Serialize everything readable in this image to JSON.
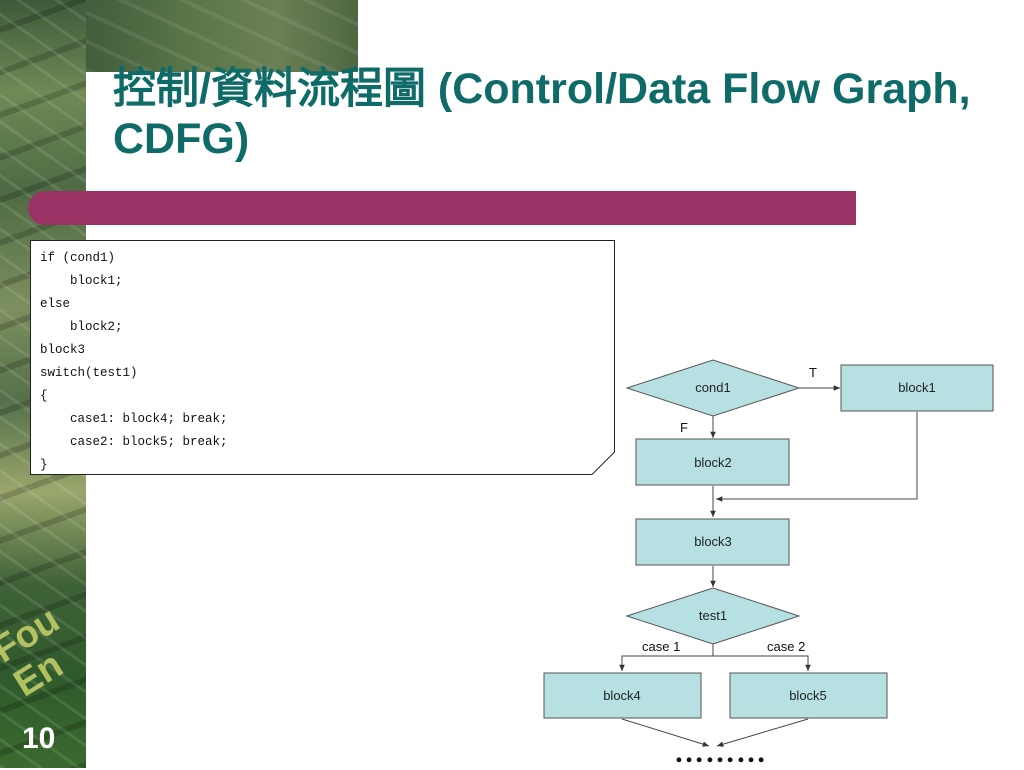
{
  "slide": {
    "title": "控制/資料流程圖 (Control/Data Flow Graph, CDFG)",
    "page_number": "10",
    "watermark": "Fou\nEn",
    "colors": {
      "title": "#0e6b68",
      "accent_bar": "#993366",
      "node_fill": "#b7e0e3",
      "node_stroke": "#555555"
    }
  },
  "code": {
    "lines": [
      "if (cond1)",
      "    block1;",
      "else",
      "    block2;",
      "block3",
      "switch(test1)",
      "{",
      "    case1: block4; break;",
      "    case2: block5; break;",
      "}"
    ]
  },
  "flowchart": {
    "nodes": {
      "cond1": "cond1",
      "block1": "block1",
      "block2": "block2",
      "block3": "block3",
      "test1": "test1",
      "block4": "block4",
      "block5": "block5"
    },
    "labels": {
      "true": "T",
      "false": "F",
      "case1": "case 1",
      "case2": "case 2"
    },
    "continuation": "………"
  }
}
